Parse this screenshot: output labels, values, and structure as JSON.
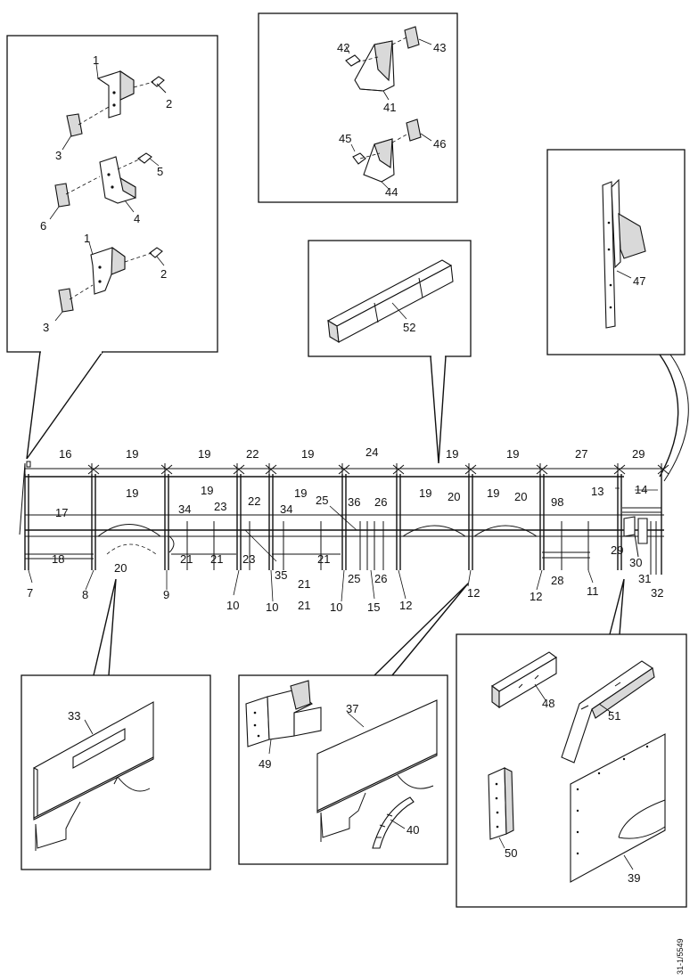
{
  "figure_id": "31-1/5549",
  "callouts": {
    "c1a": "1",
    "c2a": "2",
    "c3a": "3",
    "c5": "5",
    "c6": "6",
    "c4": "4",
    "c1b": "1",
    "c2b": "2",
    "c3b": "3",
    "c42": "42",
    "c43": "43",
    "c41": "41",
    "c45": "45",
    "c46": "46",
    "c44": "44",
    "c47": "47",
    "c52": "52",
    "t16": "16",
    "t19a": "19",
    "t19b": "19",
    "t22": "22",
    "t19c": "19",
    "t24": "24",
    "t19d": "19",
    "t19e": "19",
    "t27": "27",
    "t29": "29",
    "t14": "14",
    "t13": "13",
    "m17": "17",
    "m19a": "19",
    "m19b": "19",
    "m34a": "34",
    "m23a": "23",
    "m22": "22",
    "m19c": "19",
    "m34b": "34",
    "m25": "25",
    "m36": "36",
    "m26": "26",
    "m19d": "19",
    "m20a": "20",
    "m19e": "19",
    "m20b": "20",
    "m98": "98",
    "m18": "18",
    "m20c": "20",
    "m21a": "21",
    "m21b": "21",
    "m23b": "23",
    "m35": "35",
    "m21c": "21",
    "m21d": "21",
    "m25b": "25",
    "m26b": "26",
    "m28": "28",
    "m29": "29",
    "m30": "30",
    "m31": "31",
    "m32": "32",
    "b7": "7",
    "b8": "8",
    "b9": "9",
    "b10a": "10",
    "b10b": "10",
    "b21": "21",
    "b10c": "10",
    "b15": "15",
    "b12a": "12",
    "b12b": "12",
    "b12c": "12",
    "b11": "11",
    "c33": "33",
    "c49": "49",
    "c37": "37",
    "c40": "40",
    "c48": "48",
    "c51": "51",
    "c50": "50",
    "c39": "39"
  }
}
